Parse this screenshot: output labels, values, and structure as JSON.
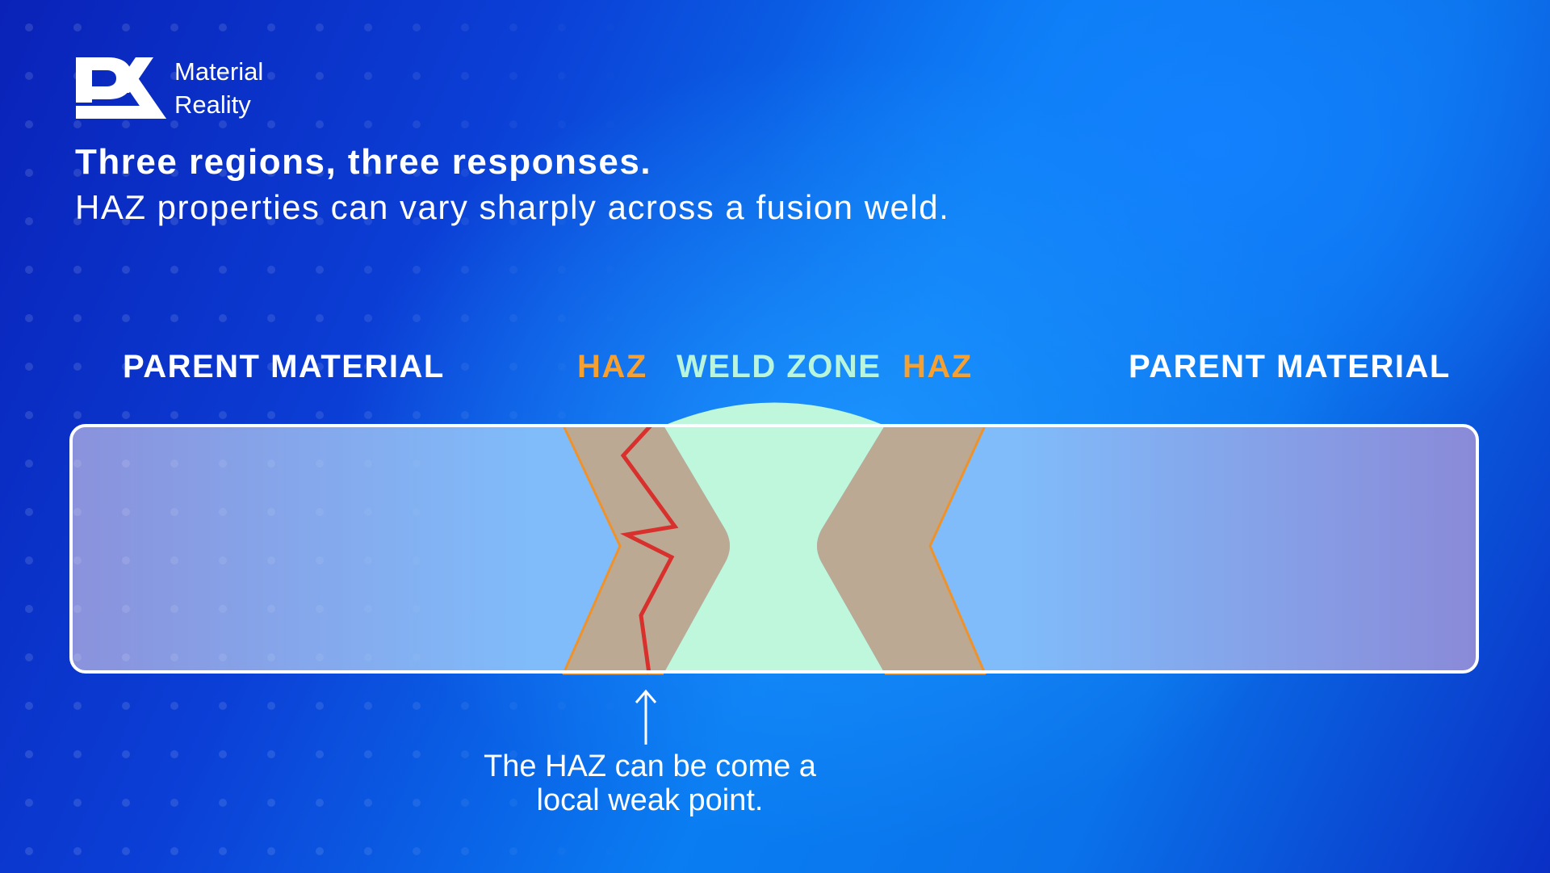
{
  "brand": {
    "logo_icon": "px-logo-icon",
    "name_line1": "Material",
    "name_line2": "Reality"
  },
  "header": {
    "title": "Three regions, three responses.",
    "subtitle": "HAZ properties can vary sharply across a fusion weld."
  },
  "regions": {
    "left_parent": "PARENT MATERIAL",
    "left_haz": "HAZ",
    "weld_zone": "WELD ZONE",
    "right_haz": "HAZ",
    "right_parent": "PARENT MATERIAL"
  },
  "annotation": {
    "line1": "The HAZ can be come a",
    "line2": "local weak point."
  },
  "colors": {
    "parent_material": "#7fb6f8",
    "haz_fill": "#bca993",
    "haz_outline": "#f0922a",
    "haz_label": "#f5a030",
    "weld_zone": "#bff7dc",
    "weld_label": "#b8f5dc",
    "crack": "#d8302c",
    "white": "#ffffff"
  }
}
